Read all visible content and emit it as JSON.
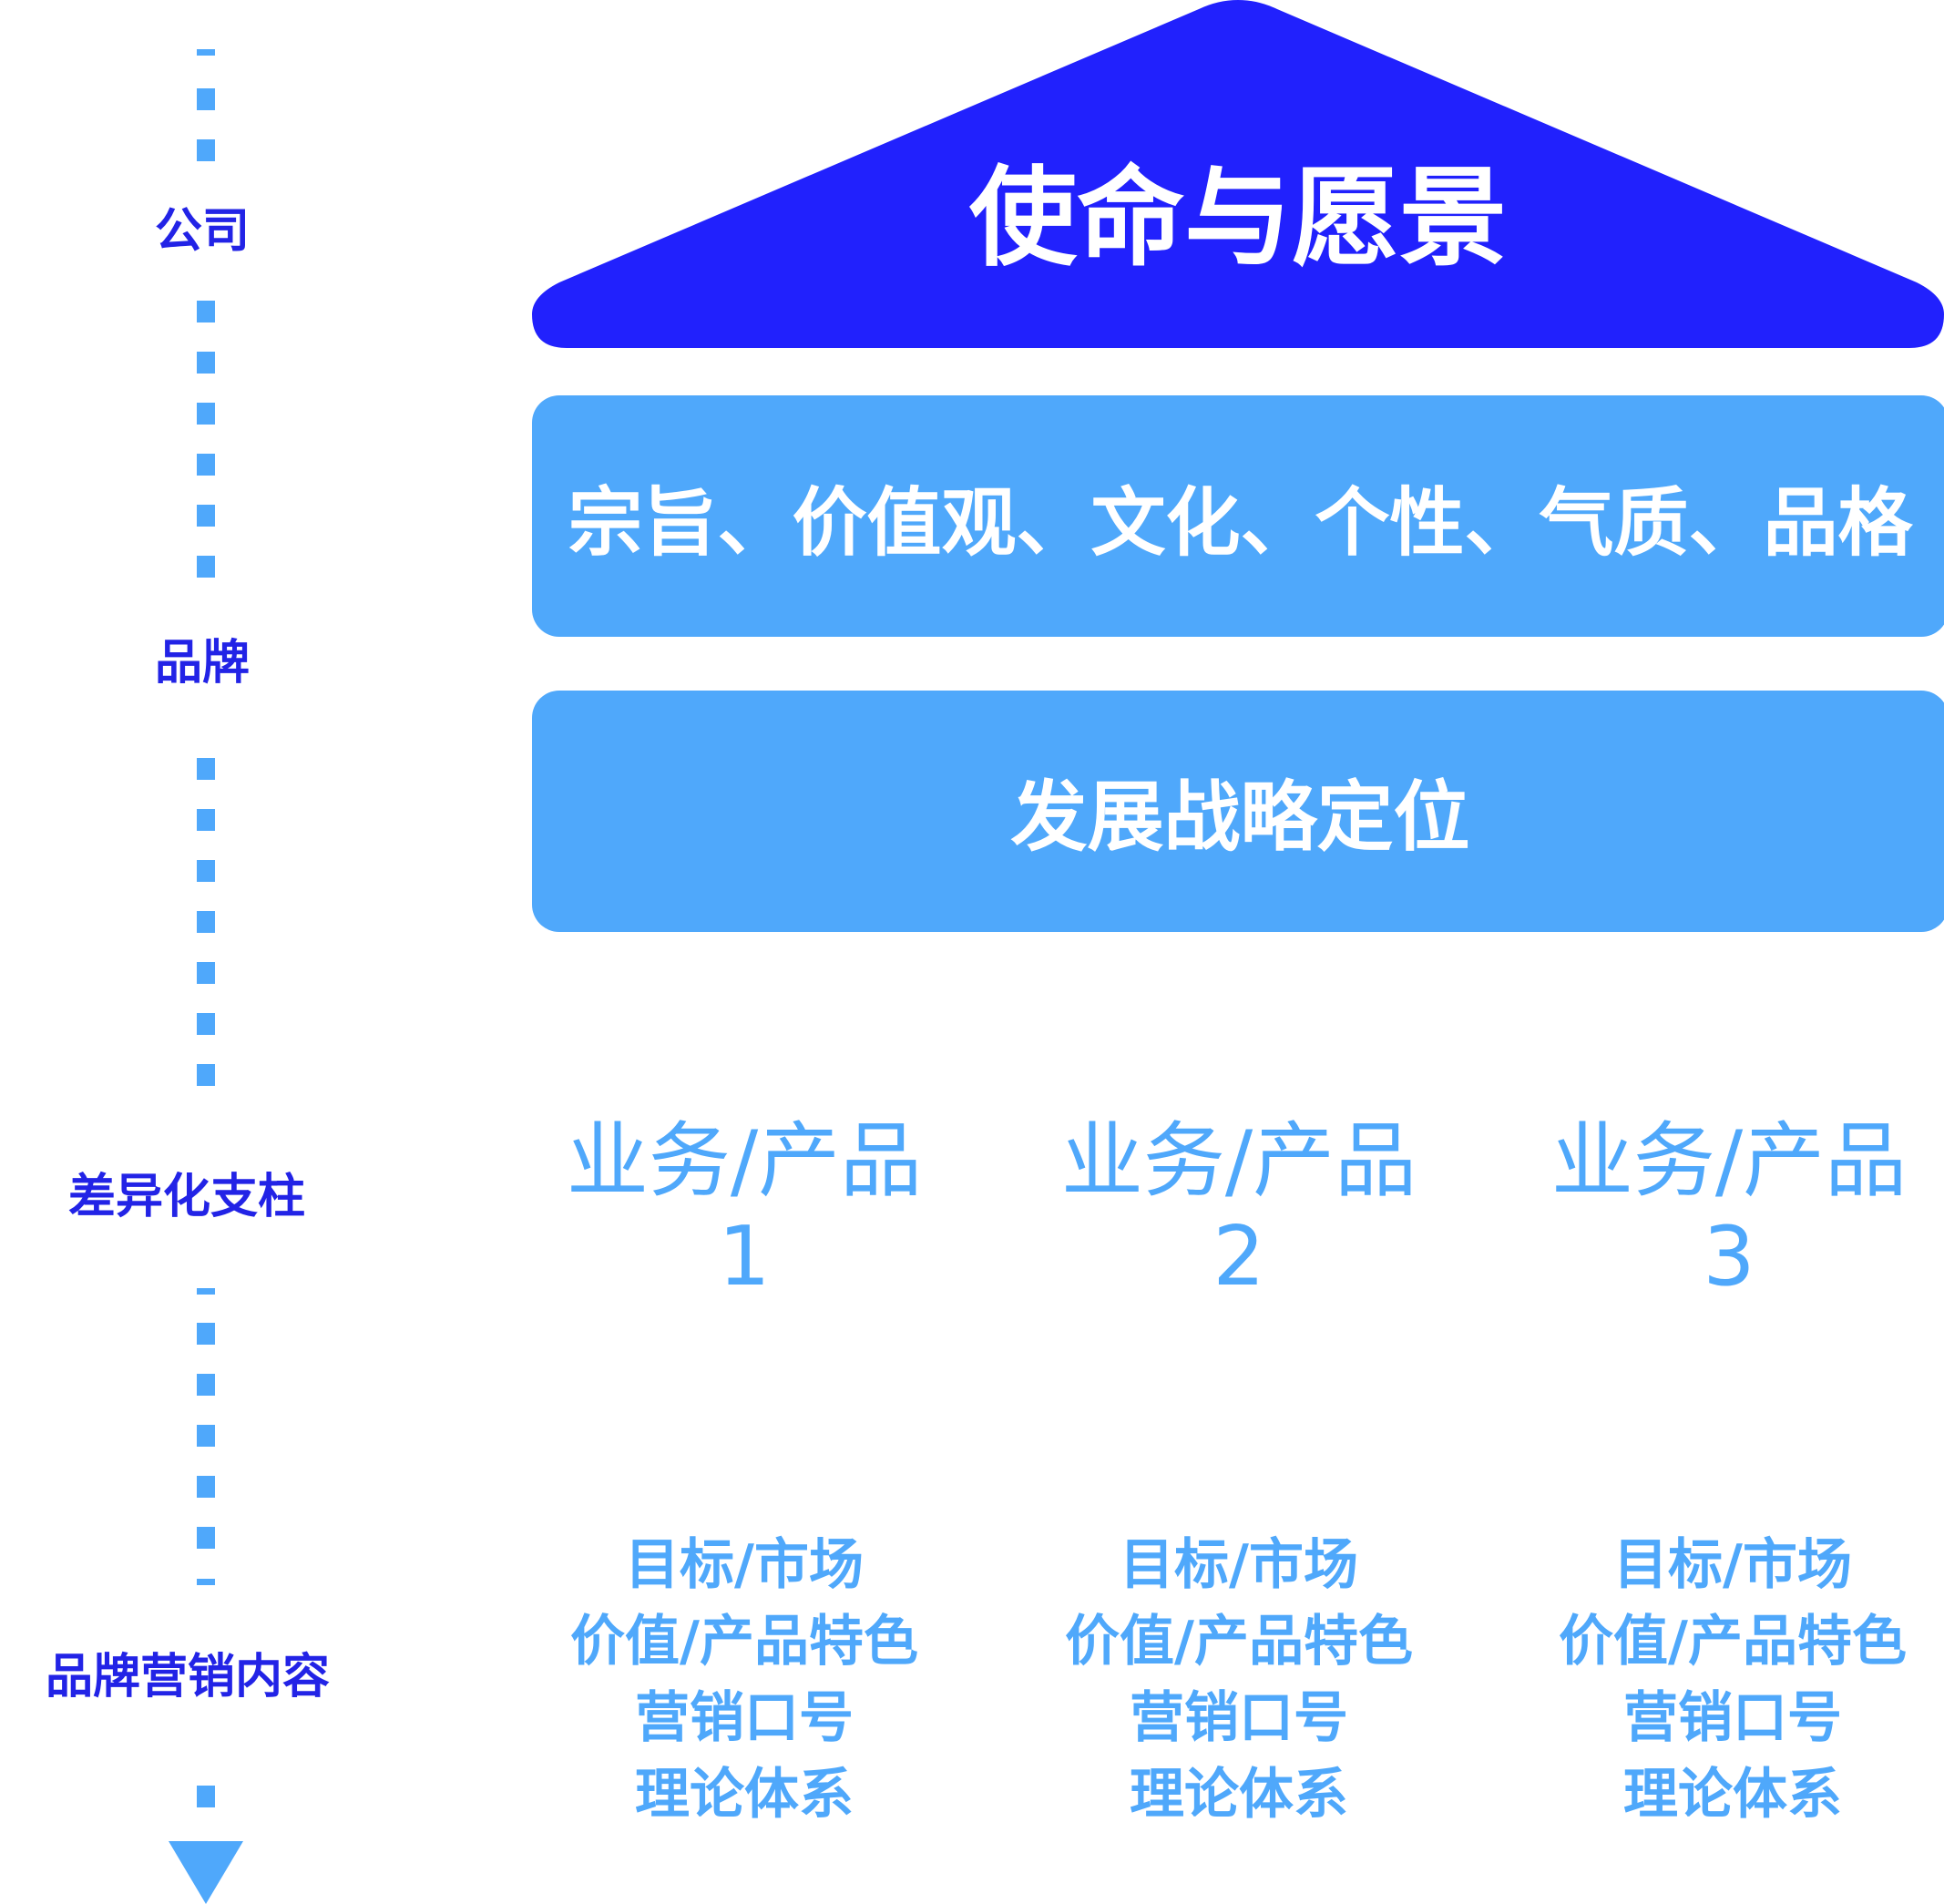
{
  "levels": [
    {
      "label": "公司"
    },
    {
      "label": "品牌"
    },
    {
      "label": "差异化支柱"
    },
    {
      "label": "品牌营销内容"
    }
  ],
  "roof": {
    "title": "使命与愿景"
  },
  "bands": [
    {
      "text": "宗旨、价值观、文化、个性、气质、品格"
    },
    {
      "text": "发展战略定位"
    }
  ],
  "pillars": [
    {
      "title": "业务/产品",
      "number": "1",
      "items": [
        "目标/市场",
        "价值/产品特色",
        "营销口号",
        "理论体系"
      ]
    },
    {
      "title": "业务/产品",
      "number": "2",
      "items": [
        "目标/市场",
        "价值/产品特色",
        "营销口号",
        "理论体系"
      ]
    },
    {
      "title": "业务/产品",
      "number": "3",
      "items": [
        "目标/市场",
        "价值/产品特色",
        "营销口号",
        "理论体系"
      ]
    }
  ],
  "colors": {
    "navy": "#2223e6",
    "roof": "#2121fd",
    "accent": "#4fa8fb",
    "background": "#ffffff"
  },
  "icons": {
    "axis_arrow": "arrow-down-icon"
  }
}
